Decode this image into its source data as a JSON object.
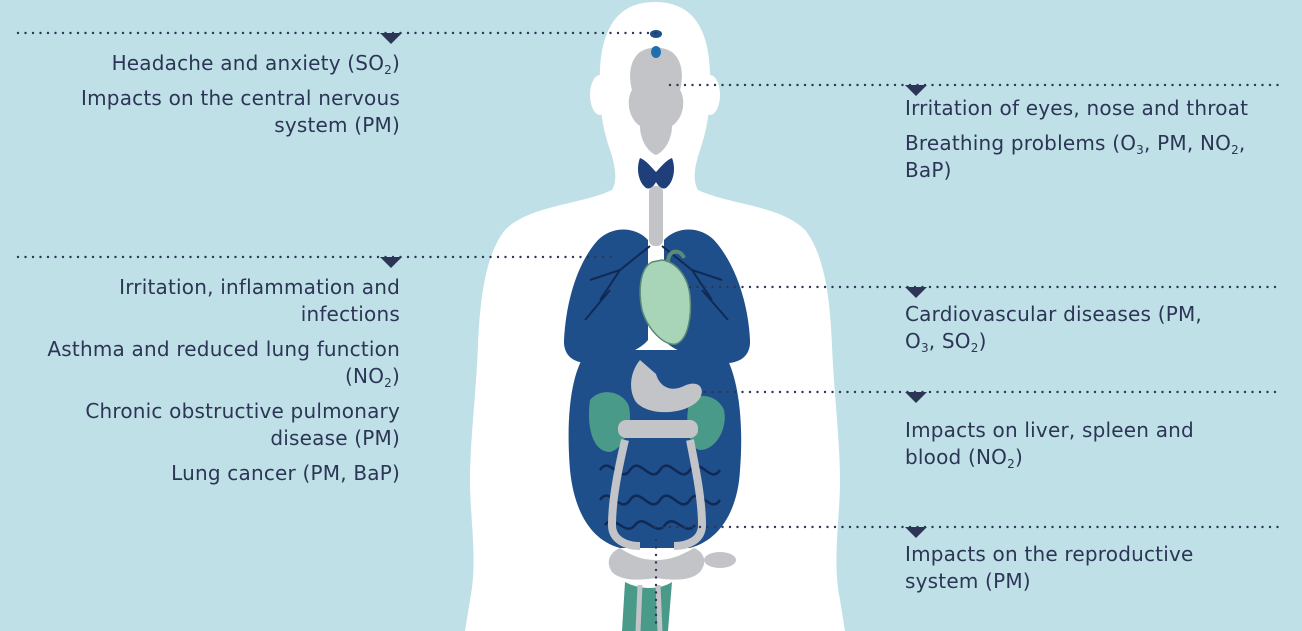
{
  "colors": {
    "background": "#bfe0e7",
    "body_silhouette": "#ffffff",
    "text": "#2d3556",
    "marker": "#2d3556",
    "lungs": "#1f4f8a",
    "heart": "#a8d5b8",
    "organs_gray": "#c2c4c8",
    "liver_green": "#4a9a8a"
  },
  "effects": {
    "head": [
      {
        "parts": [
          {
            "t": "Headache and anxiety (SO"
          },
          {
            "sub": "2"
          },
          {
            "t": ")"
          }
        ]
      },
      {
        "parts": [
          {
            "t": "Impacts on the central nervous system (PM)"
          }
        ]
      }
    ],
    "eyes": [
      {
        "parts": [
          {
            "t": "Irritation of eyes, nose and throat"
          }
        ]
      },
      {
        "parts": [
          {
            "t": "Breathing problems (O"
          },
          {
            "sub": "3"
          },
          {
            "t": ", PM, NO"
          },
          {
            "sub": "2"
          },
          {
            "t": ", BaP)"
          }
        ]
      }
    ],
    "lungs": [
      {
        "parts": [
          {
            "t": "Irritation, inflammation and infections"
          }
        ]
      },
      {
        "parts": [
          {
            "t": "Asthma and reduced lung function (NO"
          },
          {
            "sub": "2"
          },
          {
            "t": ")"
          }
        ]
      },
      {
        "parts": [
          {
            "t": "Chronic obstructive pulmonary disease (PM)"
          }
        ]
      },
      {
        "parts": [
          {
            "t": "Lung cancer (PM, BaP)"
          }
        ]
      }
    ],
    "heart": [
      {
        "parts": [
          {
            "t": "Cardiovascular diseases (PM, O"
          },
          {
            "sub": "3"
          },
          {
            "t": ", SO"
          },
          {
            "sub": "2"
          },
          {
            "t": ")"
          }
        ]
      }
    ],
    "liver": [
      {
        "parts": [
          {
            "t": "Impacts on liver, spleen and blood (NO"
          },
          {
            "sub": "2"
          },
          {
            "t": ")"
          }
        ]
      }
    ],
    "reproductive": [
      {
        "parts": [
          {
            "t": "Impacts on the reproductive system (PM)"
          }
        ]
      }
    ]
  }
}
